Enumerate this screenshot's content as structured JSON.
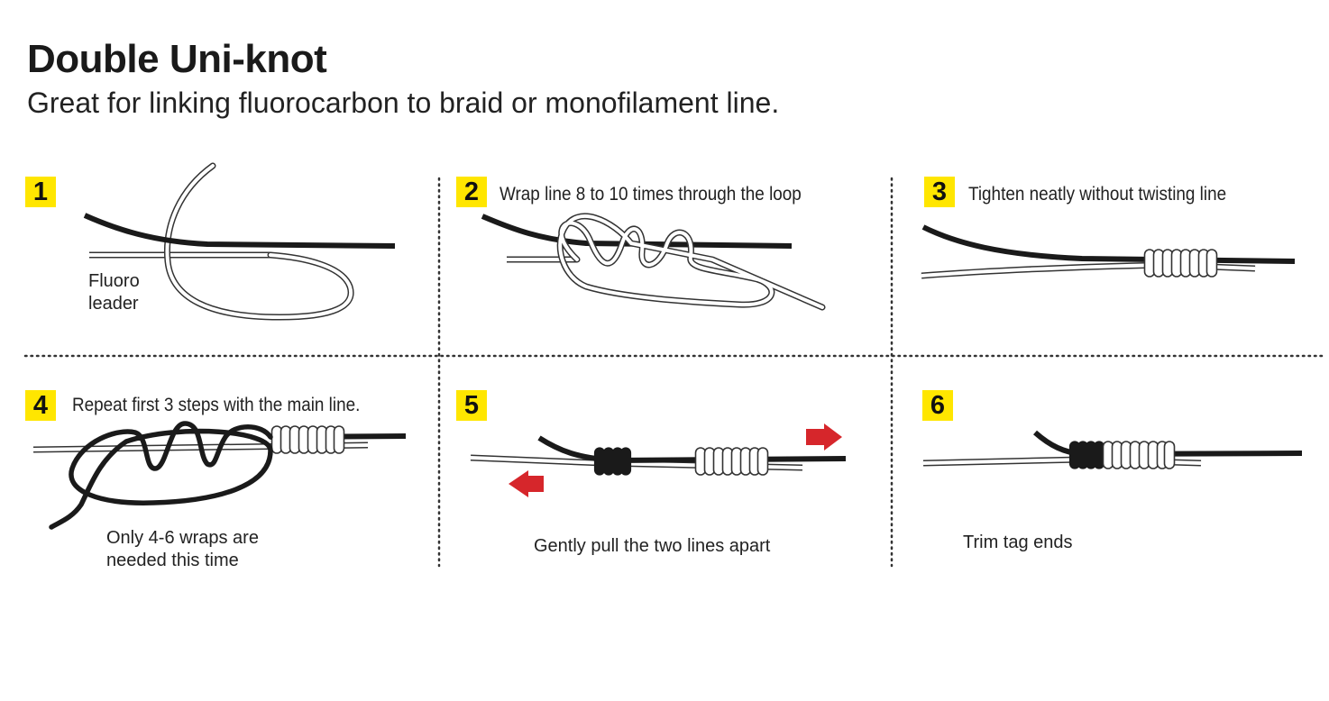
{
  "header": {
    "title": "Double Uni-knot",
    "subtitle": "Great for linking fluorocarbon to braid or monofilament line."
  },
  "colors": {
    "step_badge": "#ffe600",
    "main_line": "#1a1a1a",
    "leader_outline": "#333333",
    "arrow": "#d6262b",
    "divider": "#333333"
  },
  "steps": [
    {
      "number": "1",
      "text": "",
      "note_lines": [
        "Fluoro",
        "leader"
      ]
    },
    {
      "number": "2",
      "text": "Wrap line 8 to 10 times through the loop",
      "note_lines": []
    },
    {
      "number": "3",
      "text": "Tighten neatly without twisting line",
      "note_lines": []
    },
    {
      "number": "4",
      "text": "Repeat first 3 steps with the main line.",
      "note_lines": [
        "Only 4-6 wraps are",
        "needed this time"
      ]
    },
    {
      "number": "5",
      "text": "",
      "note_lines": [
        "Gently pull the two lines apart"
      ]
    },
    {
      "number": "6",
      "text": "",
      "note_lines": [
        "Trim tag ends"
      ]
    }
  ]
}
